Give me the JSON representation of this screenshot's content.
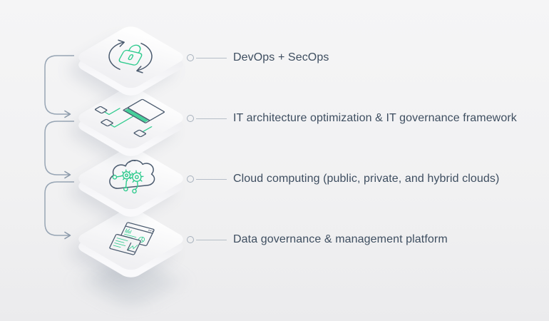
{
  "diagram": {
    "title": "",
    "colors": {
      "accent_green": "#2fcb8e",
      "icon_outline": "#4a5a6e",
      "label_text": "#3e4e60",
      "connector": "#97a5b4",
      "background": "#f1f1f2"
    },
    "items": [
      {
        "icon": "devops-secops-icon",
        "label": "DevOps + SecOps"
      },
      {
        "icon": "it-architecture-icon",
        "label": "IT architecture optimization & IT governance framework"
      },
      {
        "icon": "cloud-computing-icon",
        "label": "Cloud computing (public, private, and hybrid clouds)"
      },
      {
        "icon": "data-governance-icon",
        "label": "Data governance & management platform"
      }
    ]
  }
}
